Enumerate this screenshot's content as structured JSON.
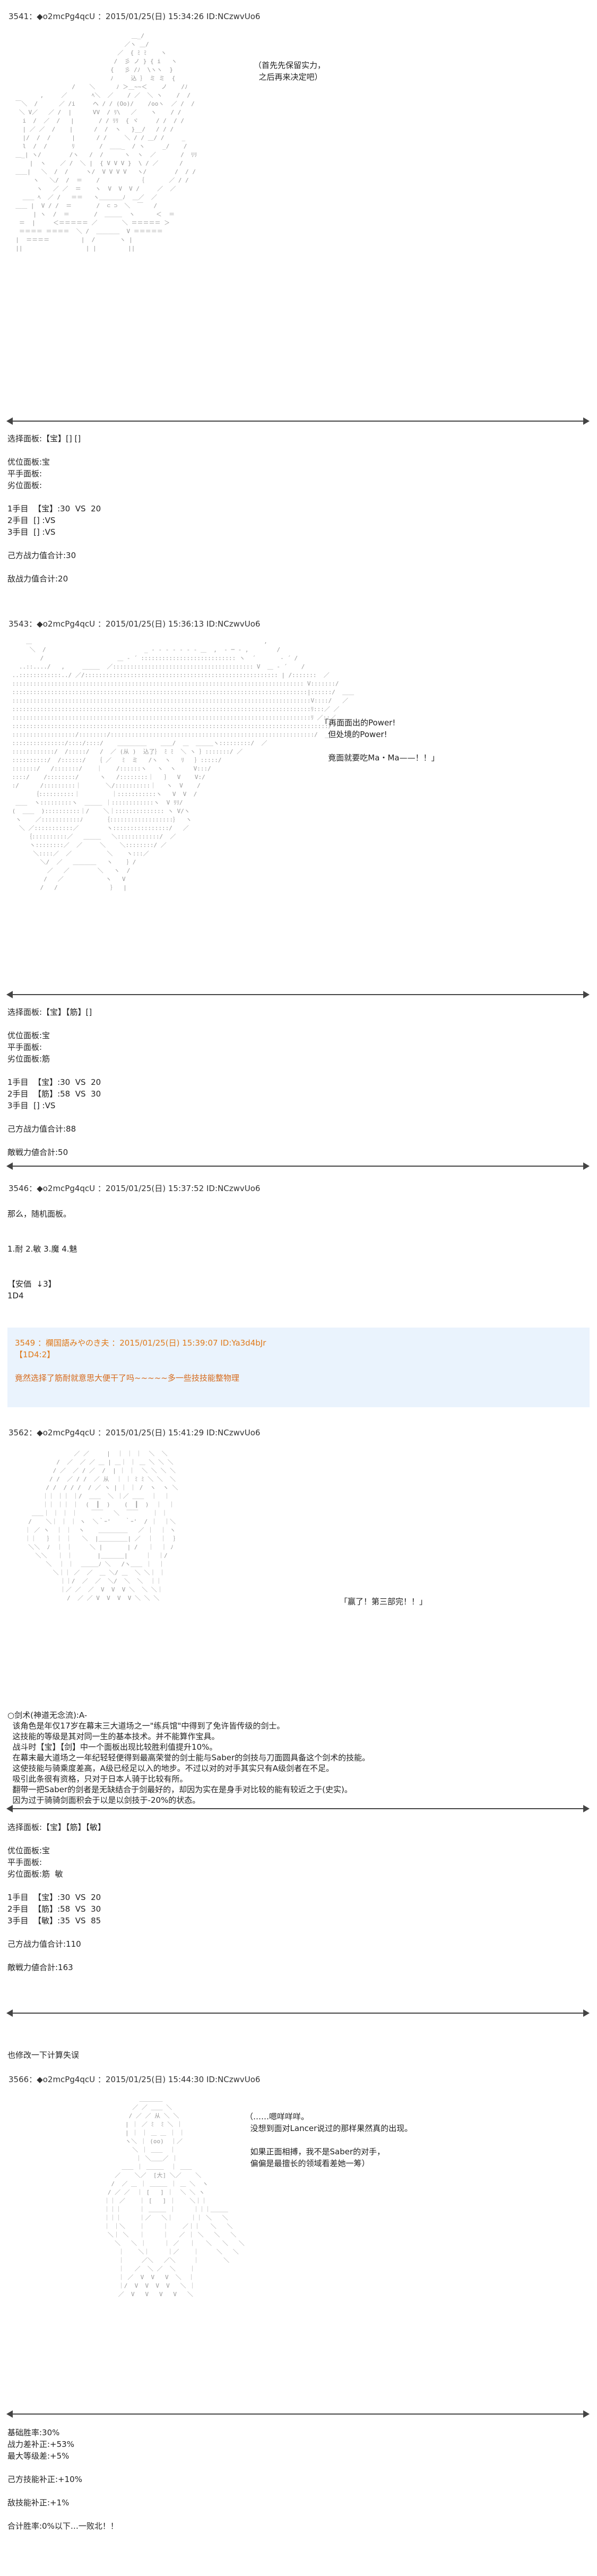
{
  "posts": [
    {
      "number": "3541",
      "header": "：◆o2mcPg4qcU ：2015/01/25(日) 15:34:26 ID:NCzwvUo6",
      "bubble": "（首先先保留实力，\n  之后再来决定吧）",
      "stats": [
        "选择面板:【宝】[] []",
        "",
        "优位面板:宝",
        "平手面板:",
        "劣位面板:",
        "",
        "1手目  【宝】:30  VS  20",
        "2手目  [] :VS",
        "3手目  [] :VS",
        "",
        "己方战力值合计:30",
        "",
        "敌战力值合计:20"
      ]
    },
    {
      "number": "3543",
      "header": "：◆o2mcPg4qcU ：2015/01/25(日) 15:36:13 ID:NCzwvUo6",
      "bubble": "「再面面出的Power!\n   但处境的Power!\n\n   竟面就要吃Ma・Ma——！！」",
      "stats": [
        "选择面板:【宝】【筋】[]",
        "",
        "优位面板:宝",
        "平手面板:",
        "劣位面板:筋",
        "",
        "1手目  【宝】:30  VS  20",
        "2手目  【筋】:58  VS  30",
        "3手目  [] :VS",
        "",
        "己方战力值合计:88",
        "",
        "敵戦力値合計:50"
      ]
    },
    {
      "number": "3546",
      "header": "：◆o2mcPg4qcU ：2015/01/25(日) 15:37:52 ID:NCzwvUo6",
      "lines": [
        "那么，随机面板。",
        "",
        "1.耐 2.敏 3.魔 4.魅",
        "",
        "【安価  ↓3】",
        "1D4"
      ]
    },
    {
      "quote_header": "3549 ：欄国語みやのき夫 ：2015/01/25(日) 15:39:07 ID:Ya3d4bJr",
      "quote_roll": "【1D4:2】",
      "quote_text": "竟然选择了筋耐就意思大便干了吗~~~~~多一些技技能整物理"
    },
    {
      "number": "3562",
      "header": "：◆o2mcPg4qcU ：2015/01/25(日) 15:41:29 ID:NCzwvUo6",
      "bubble": "「赢了！第三部完！！」",
      "note": "○剑术(神道无念流):A-\n  该角色是年仅17岁在幕末三大道场之一\"练兵馆\"中得到了免许皆传级的剑士。\n  这技能的等级是其对同一生的基本技术。并不能算作宝具。\n  战斗时【宝】【剑】中一个面板出现比较胜利值提升10%。\n  在幕末最大道场之一年纪轻轻便得到最高荣誉的剑士能与Saber的剑技与刀面圆具备这个剑术的技能。\n  这使技能与骑乘度差高，A级已经足以入的地步。不过以对的对手其实只有A级剑者在不足。\n  吸引此条很有资格，只对于日本人骑于比较有所。\n  翻带一把Saber的剑者是无缺结合于剑最好的，却因为实在是身手对比较的能有较近之于(史实)。\n  因为过于骑骑剑面积会于以是以剑技于-20%的状态。",
      "stats": [
        "选择面板:【宝】【筋】【敏】",
        "",
        "优位面板:宝",
        "平手面板:",
        "劣位面板:筋  敏",
        "",
        "1手目  【宝】:30  VS  20",
        "2手目  【筋】:58  VS  30",
        "3手目  【敏】:35  VS  85",
        "",
        "己方战力值合计:110",
        "",
        "敵戦力値合計:163"
      ]
    },
    {
      "pre_line": "也修改一下计算失误",
      "number": "3566",
      "header": "：◆o2mcPg4qcU ：2015/01/25(日) 15:44:30 ID:NCzwvUo6",
      "bubble": "（……嗯咩咩咩。\n  没想到面对Lancer说过的那样果然真的出现。\n\n  如果正面相搏，我不是Saber的对手，\n  偏偏是最擅长的领域看差她一筹）",
      "stats": [
        "基础胜率:30%",
        "战力差补正:+53%",
        "最大等级差:+5%",
        "",
        "己方技能补正:+10%",
        "",
        "敌技能补正:+1%",
        "",
        "合计胜率:0%以下…一败北！！"
      ]
    }
  ]
}
